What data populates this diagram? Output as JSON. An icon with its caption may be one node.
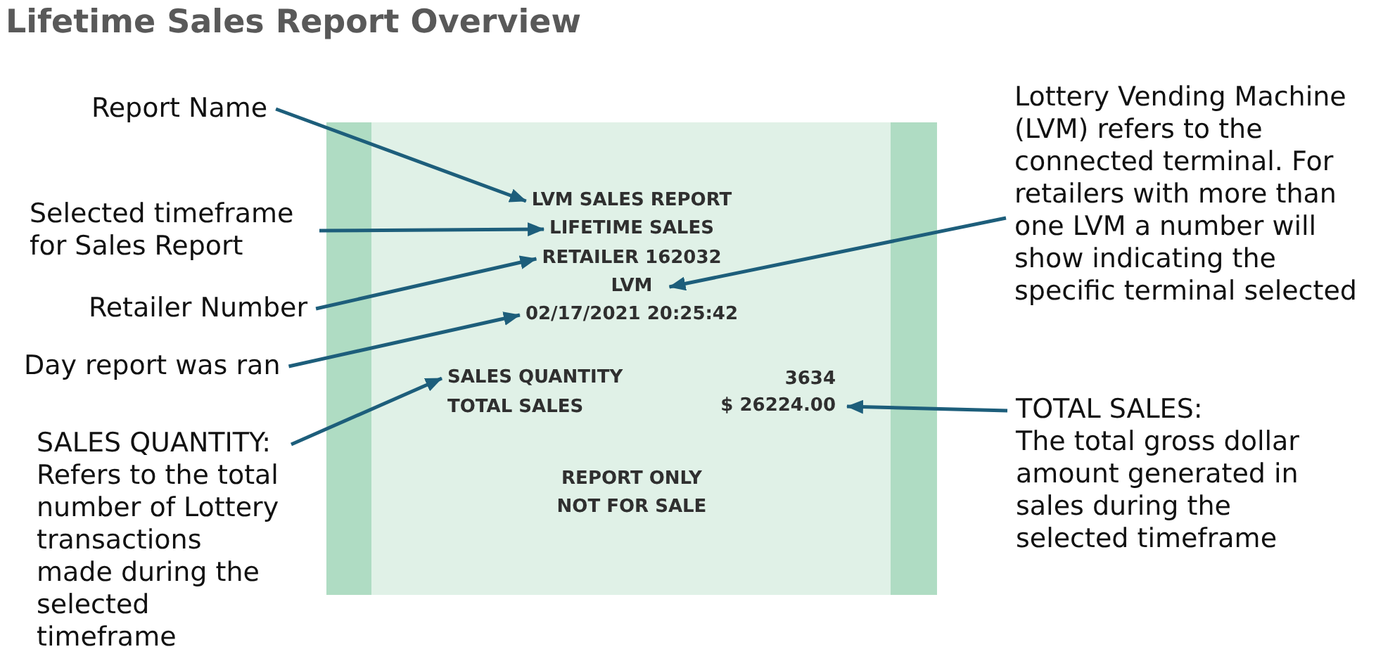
{
  "diagram": {
    "title": "Lifetime Sales Report Overview",
    "nodes": [
      {
        "text": [
          "Report Name"
        ]
      },
      {
        "text": [
          "Selected timeframe for Sales Report"
        ]
      },
      {
        "text": [
          "Retailer Number"
        ]
      },
      {
        "text": [
          "Day report was ran"
        ]
      },
      {
        "text": [
          "SALES QUANTITY:",
          "Refers to the total number of Lottery transactions made during the selected timeframe"
        ]
      },
      {
        "text": [],
        "shape": "box"
      },
      {
        "text": [
          "LVM SALES REPORT"
        ],
        "in": 5
      },
      {
        "text": [
          "LIFETIME SALES"
        ],
        "in": 5
      },
      {
        "text": [
          "RETAILER 162032"
        ],
        "in": 5
      },
      {
        "text": [
          "LVM"
        ],
        "in": 5
      },
      {
        "text": [
          "02/17/2021 20:25:42"
        ],
        "in": 5
      },
      {
        "text": [
          "SALES QUANTITY"
        ],
        "in": 5
      },
      {
        "text": [
          "$ 26224.00"
        ],
        "in": 5
      },
      {
        "text": [
          "Lottery Vending Machine (LVM) refers to the connected terminal. For retailers with more than one LVM a number will show indicating the specific terminal selected"
        ]
      },
      {
        "text": [
          "TOTAL SALES:",
          "The total gross dollar amount generated in sales during the selected timeframe"
        ]
      }
    ],
    "edges": [
      {
        "from": 0,
        "to": 6,
        "arrow": "to"
      },
      {
        "from": 1,
        "to": 7,
        "arrow": "to"
      },
      {
        "from": 2,
        "to": 8,
        "arrow": "to"
      },
      {
        "from": 3,
        "to": 10,
        "arrow": "to"
      },
      {
        "from": 4,
        "to": 11,
        "arrow": "to"
      },
      {
        "from": 13,
        "to": 9,
        "arrow": "to"
      },
      {
        "from": 14,
        "to": 12,
        "arrow": "to"
      }
    ],
    "labels": [
      "3634",
      "TOTAL SALES",
      "REPORT ONLY NOT FOR SALE"
    ]
  }
}
